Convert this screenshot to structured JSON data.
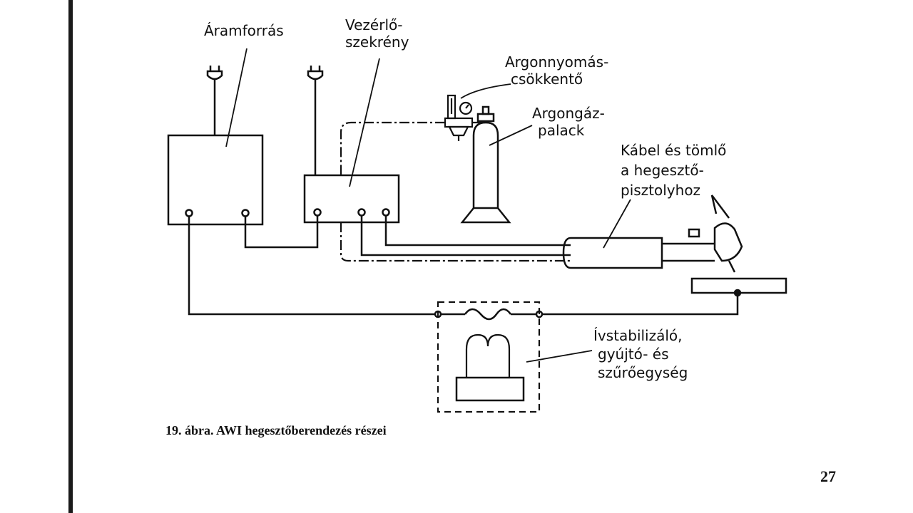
{
  "labels": {
    "power_source": "Áramforrás",
    "control_cabinet_line1": "Vezérlő-",
    "control_cabinet_line2": "szekrény",
    "pressure_reducer_line1": "Argonnyomás-",
    "pressure_reducer_line2": "csökkentő",
    "gas_cylinder_line1": "Argongáz-",
    "gas_cylinder_line2": "palack",
    "cable_hose_line1": "Kábel és tömlő",
    "cable_hose_line2": "a hegesztő-",
    "cable_hose_line3": "pisztolyhoz",
    "stabilizer_line1": "Ívstabilizáló,",
    "stabilizer_line2": "gyújtó- és",
    "stabilizer_line3": "szűrőegység"
  },
  "caption": "19. ábra. AWI hegesztőberendezés részei",
  "page_number": "27",
  "colors": {
    "ink": "#111111",
    "paper": "#ffffff"
  }
}
